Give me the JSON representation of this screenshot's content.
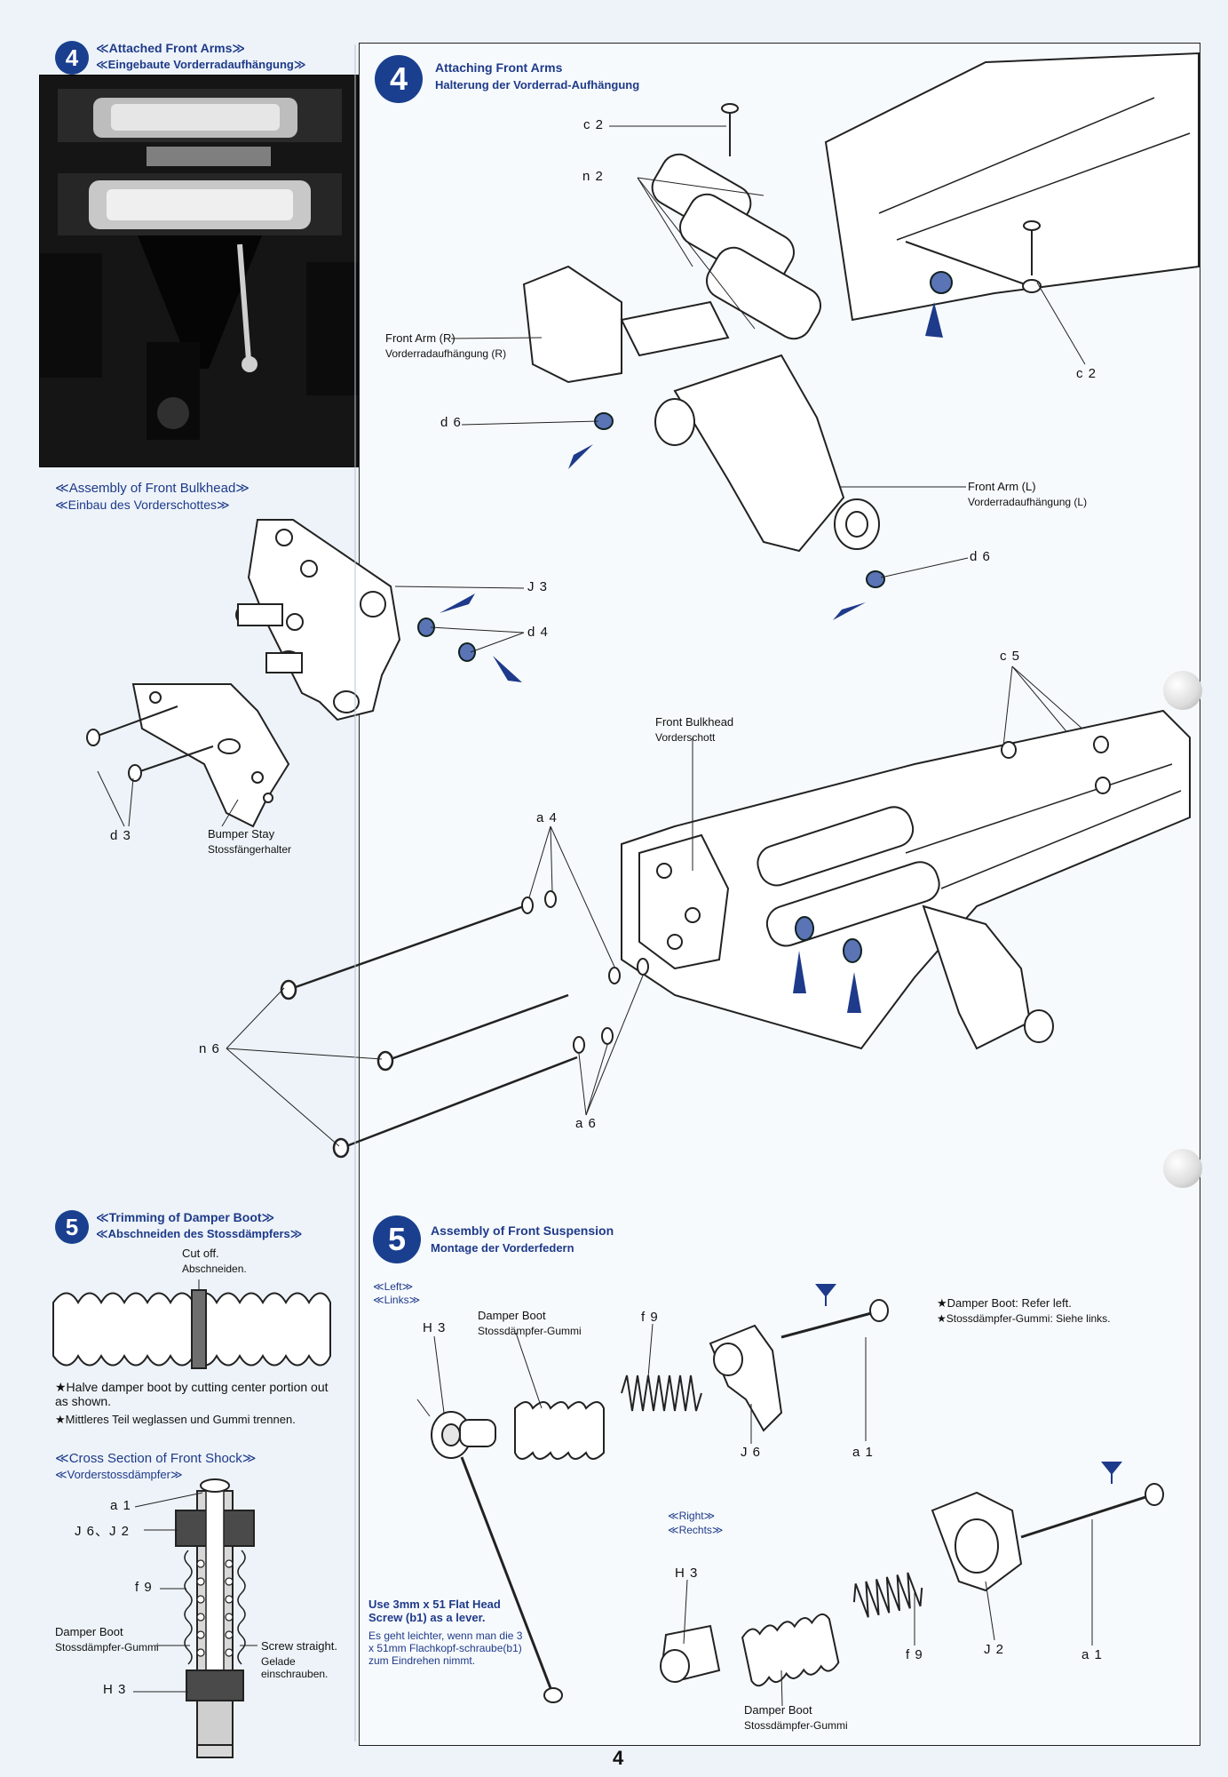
{
  "step4_photo": {
    "number": "4",
    "title_en": "≪Attached Front Arms≫",
    "title_de": "≪Eingebaute Vorderradaufhängung≫"
  },
  "bulkhead_assembly": {
    "title_en": "≪Assembly of Front Bulkhead≫",
    "title_de": "≪Einbau des Vorderschottes≫",
    "labels": {
      "j3": "J 3",
      "d4": "d 4",
      "d3": "d 3",
      "bumper_stay_en": "Bumper Stay",
      "bumper_stay_de": "Stossfängerhalter"
    }
  },
  "step4_main": {
    "number": "4",
    "title_en": "Attaching Front Arms",
    "title_de": "Halterung der Vorderrad-Aufhängung",
    "labels": {
      "c2_top": "c 2",
      "n2": "n 2",
      "c2_right": "c 2",
      "front_arm_r_en": "Front Arm (R)",
      "front_arm_r_de": "Vorderradaufhängung (R)",
      "d6_left": "d 6",
      "front_arm_l_en": "Front Arm (L)",
      "front_arm_l_de": "Vorderradaufhängung (L)",
      "d6_right": "d 6",
      "c5": "c 5",
      "front_bulkhead_en": "Front Bulkhead",
      "front_bulkhead_de": "Vorderschott",
      "a4": "a 4",
      "n6": "n 6",
      "a6": "a 6"
    }
  },
  "step5_left": {
    "number": "5",
    "title_en": "≪Trimming of Damper Boot≫",
    "title_de": "≪Abschneiden des Stossdämpfers≫",
    "cut_en": "Cut off.",
    "cut_de": "Abschneiden.",
    "note_en": "★Halve damper boot by cutting center portion out as shown.",
    "note_de": "★Mittleres Teil weglassen und Gummi trennen.",
    "cross_title_en": "≪Cross Section of Front Shock≫",
    "cross_title_de": "≪Vorderstossdämpfer≫",
    "labels": {
      "a1": "a 1",
      "j6j2": "J 6、J 2",
      "f9": "f 9",
      "damper_boot_en": "Damper Boot",
      "damper_boot_de": "Stossdämpfer-Gummi",
      "screw_en": "Screw straight.",
      "screw_de": "Gelade einschrauben.",
      "h3": "H 3"
    }
  },
  "step5_main": {
    "number": "5",
    "title_en": "Assembly of Front Suspension",
    "title_de": "Montage der Vorderfedern",
    "left_en": "≪Left≫",
    "left_de": "≪Links≫",
    "right_en": "≪Right≫",
    "right_de": "≪Rechts≫",
    "refer_en": "★Damper Boot: Refer left.",
    "refer_de": "★Stossdämpfer-Gummi: Siehe links.",
    "lever_en": "Use 3mm x 51 Flat Head Screw (b1) as a lever.",
    "lever_de": "Es geht leichter, wenn man die 3 x 51mm Flachkopf-schraube(b1) zum Eindrehen nimmt.",
    "labels": {
      "h3_left": "H 3",
      "damper_boot_left_en": "Damper Boot",
      "damper_boot_left_de": "Stossdämpfer-Gummi",
      "f9_left": "f 9",
      "j6": "J 6",
      "a1_left": "a 1",
      "h3_right": "H 3",
      "f9_right": "f 9",
      "j2": "J 2",
      "a1_right": "a 1",
      "damper_boot_right_en": "Damper Boot",
      "damper_boot_right_de": "Stossdämpfer-Gummi"
    }
  },
  "page_number": "4",
  "colors": {
    "accent_blue": "#1e3a8a",
    "step_circle": "#1a3f8f",
    "paper": "#edf3f8"
  }
}
